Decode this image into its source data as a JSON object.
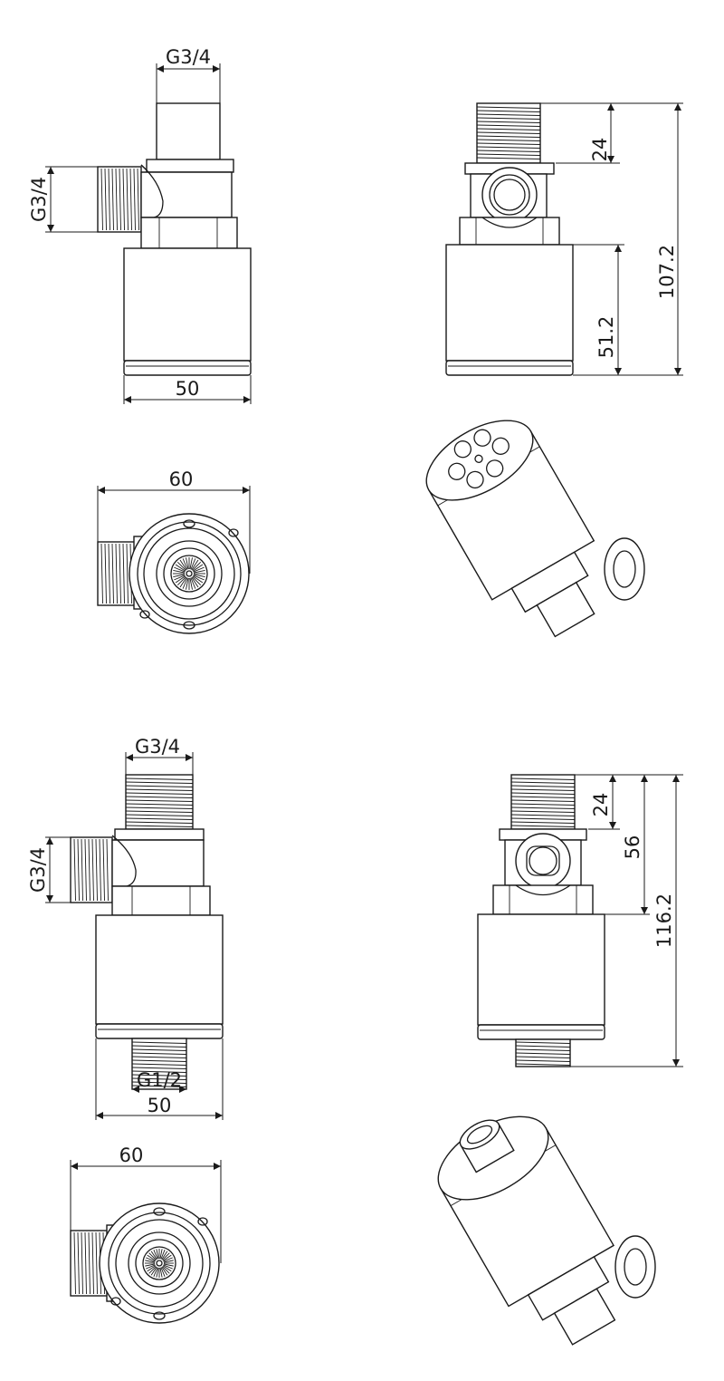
{
  "labels": {
    "top_pipe": "G3/4",
    "side_pipe": "G3/4",
    "width": "50",
    "diameter": "60",
    "height_thread": "24",
    "height_body": "51.2",
    "height_total": "107.2",
    "bottom_pipe": "G1/2",
    "height_mid": "56",
    "height_total_2": "116.2"
  },
  "colors": {
    "line": "#1a1a1a",
    "background": "#ffffff"
  }
}
